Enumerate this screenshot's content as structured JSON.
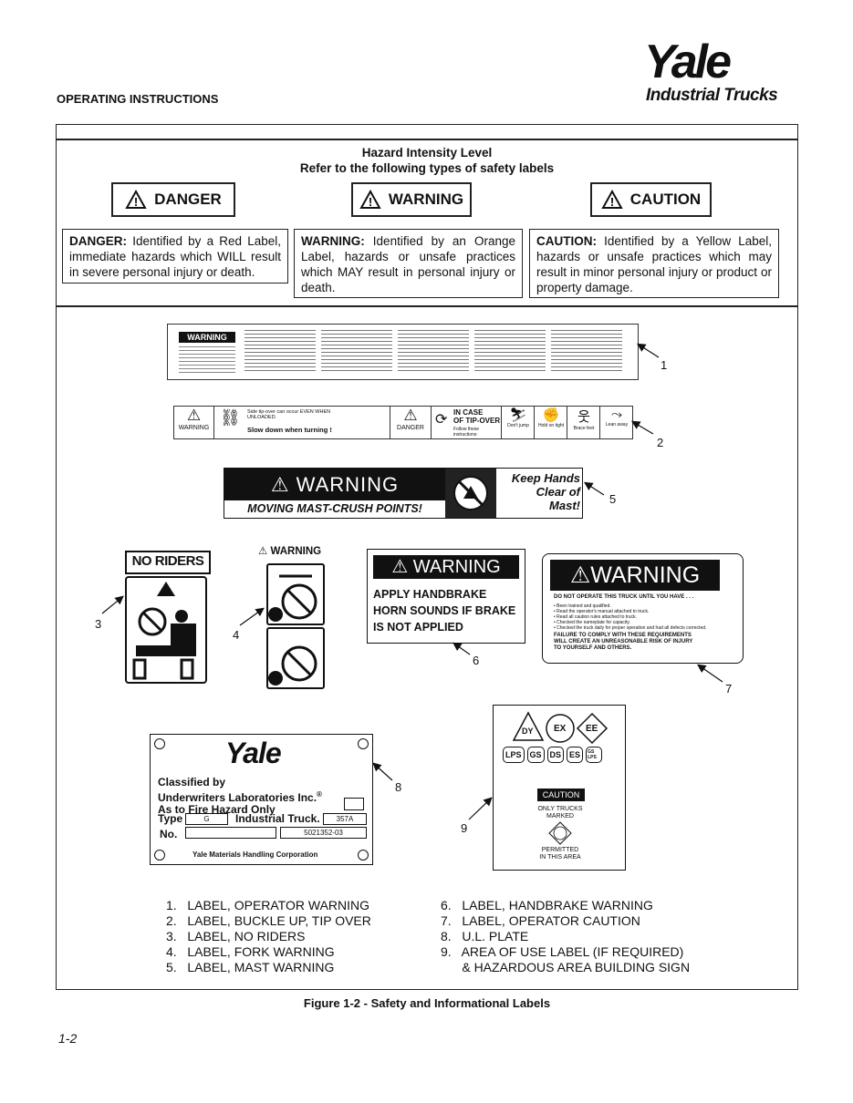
{
  "brand": {
    "name": "Yale",
    "subtitle": "Industrial Trucks"
  },
  "section_title": "OPERATING INSTRUCTIONS",
  "hazard": {
    "title": "Hazard Intensity Level",
    "subtitle": "Refer to the following types of safety labels",
    "signals": [
      "DANGER",
      "WARNING",
      "CAUTION"
    ],
    "descriptions": [
      {
        "term": "DANGER:",
        "text": "Identified by a Red Label, immediate hazards which WILL result in severe personal injury or death."
      },
      {
        "term": "WARNING:",
        "text": "Identified by an Orange Label, hazards or unsafe practices which MAY result in personal injury or death."
      },
      {
        "term": "CAUTION:",
        "text": "Identified by a Yellow Label, hazards or unsafe practices which may result in minor personal injury or product or property damage."
      }
    ]
  },
  "labels": {
    "label1_signal": "WARNING",
    "label2": {
      "warning": "WARNING",
      "tip_text1": "Side tip-over can occur EVEN WHEN UNLOADED.",
      "tip_text2": "Slow down when turning !",
      "danger": "DANGER",
      "in_case": "IN CASE",
      "of_tip_over": "OF TIP-OVER",
      "follow": "Follow these instructions:",
      "steps": [
        "Don't jump",
        "Hold on tight",
        "Brace feet",
        "Lean away"
      ]
    },
    "label5": {
      "signal": "WARNING",
      "line": "MOVING MAST-CRUSH POINTS!",
      "keep": [
        "Keep Hands",
        "Clear of",
        "Mast!"
      ]
    },
    "label3": {
      "text": "NO RIDERS"
    },
    "label4": {
      "signal": "WARNING"
    },
    "label6": {
      "signal": "WARNING",
      "lines": [
        "APPLY HANDBRAKE",
        "HORN SOUNDS IF BRAKE",
        "IS NOT APPLIED"
      ]
    },
    "label7": {
      "signal": "WARNING",
      "intro": "DO NOT OPERATE THIS TRUCK UNTIL YOU HAVE . . .",
      "bullets": [
        "Been trained and qualified.",
        "Read the operator's manual attached to truck.",
        "Read all caution rules attached to truck.",
        "Checked the nameplate for capacity.",
        "Checked the truck daily for proper operation and had all defects corrected."
      ],
      "footer": [
        "FAILURE TO COMPLY WITH THESE REQUIREMENTS",
        "WILL CREATE AN UNREASONABLE RISK OF INJURY",
        "TO YOURSELF AND OTHERS."
      ]
    },
    "label8": {
      "brand": "Yale",
      "classified": "Classified by",
      "ul": "Underwriters Laboratories Inc.",
      "reg": "®",
      "fire": "As to Fire Hazard Only",
      "type_label": "Type",
      "type_value": "G",
      "industrial": "Industrial Truck.",
      "number1": "357A",
      "no_label": "No.",
      "number2": "5021352-03",
      "corp": "Yale Materials Handling Corporation"
    },
    "label9": {
      "codes_top": [
        "DY",
        "EX",
        "EE"
      ],
      "codes_bottom": [
        "LPS",
        "GS",
        "DS",
        "ES",
        "GS LPS"
      ],
      "caution": "CAUTION",
      "only": "ONLY TRUCKS",
      "marked": "MARKED",
      "permitted": "PERMITTED",
      "area": "IN THIS AREA"
    }
  },
  "callouts": [
    "1",
    "2",
    "3",
    "4",
    "5",
    "6",
    "7",
    "8",
    "9"
  ],
  "legend_left": [
    "1.   LABEL, OPERATOR WARNING",
    "2.   LABEL, BUCKLE UP, TIP OVER",
    "3.   LABEL, NO RIDERS",
    "4.   LABEL, FORK WARNING",
    "5.   LABEL, MAST WARNING"
  ],
  "legend_right": [
    "6.   LABEL, HANDBRAKE WARNING",
    "7.   LABEL, OPERATOR CAUTION",
    "8.   U.L. PLATE",
    "9.   AREA OF USE LABEL (IF REQUIRED)",
    "      & HAZARDOUS AREA BUILDING SIGN"
  ],
  "caption": "Figure 1-2 - Safety and Informational Labels",
  "page_number": "1-2"
}
